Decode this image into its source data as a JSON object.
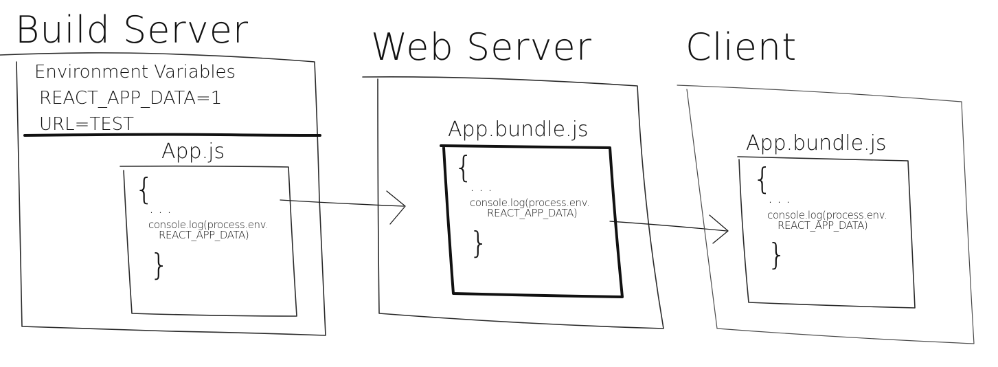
{
  "build_server": {
    "title": "Build Server",
    "env_heading": "Environment Variables",
    "env_vars": [
      "REACT_APP_DATA=1",
      "URL=TEST"
    ],
    "file": {
      "label": "App.js",
      "open_brace": "{",
      "dots": "...",
      "code_line1": "console.log(process.env.",
      "code_line2": "REACT_APP_DATA)",
      "close_brace": "}"
    }
  },
  "web_server": {
    "title": "Web Server",
    "file": {
      "label": "App.bundle.js",
      "open_brace": "{",
      "dots": "...",
      "code_line1": "console.log(process.env.",
      "code_line2": "REACT_APP_DATA)",
      "close_brace": "}"
    }
  },
  "client": {
    "title": "Client",
    "file": {
      "label": "App.bundle.js",
      "open_brace": "{",
      "dots": "...",
      "code_line1": "console.log(process.env.",
      "code_line2": "REACT_APP_DATA)",
      "close_brace": "}"
    }
  }
}
